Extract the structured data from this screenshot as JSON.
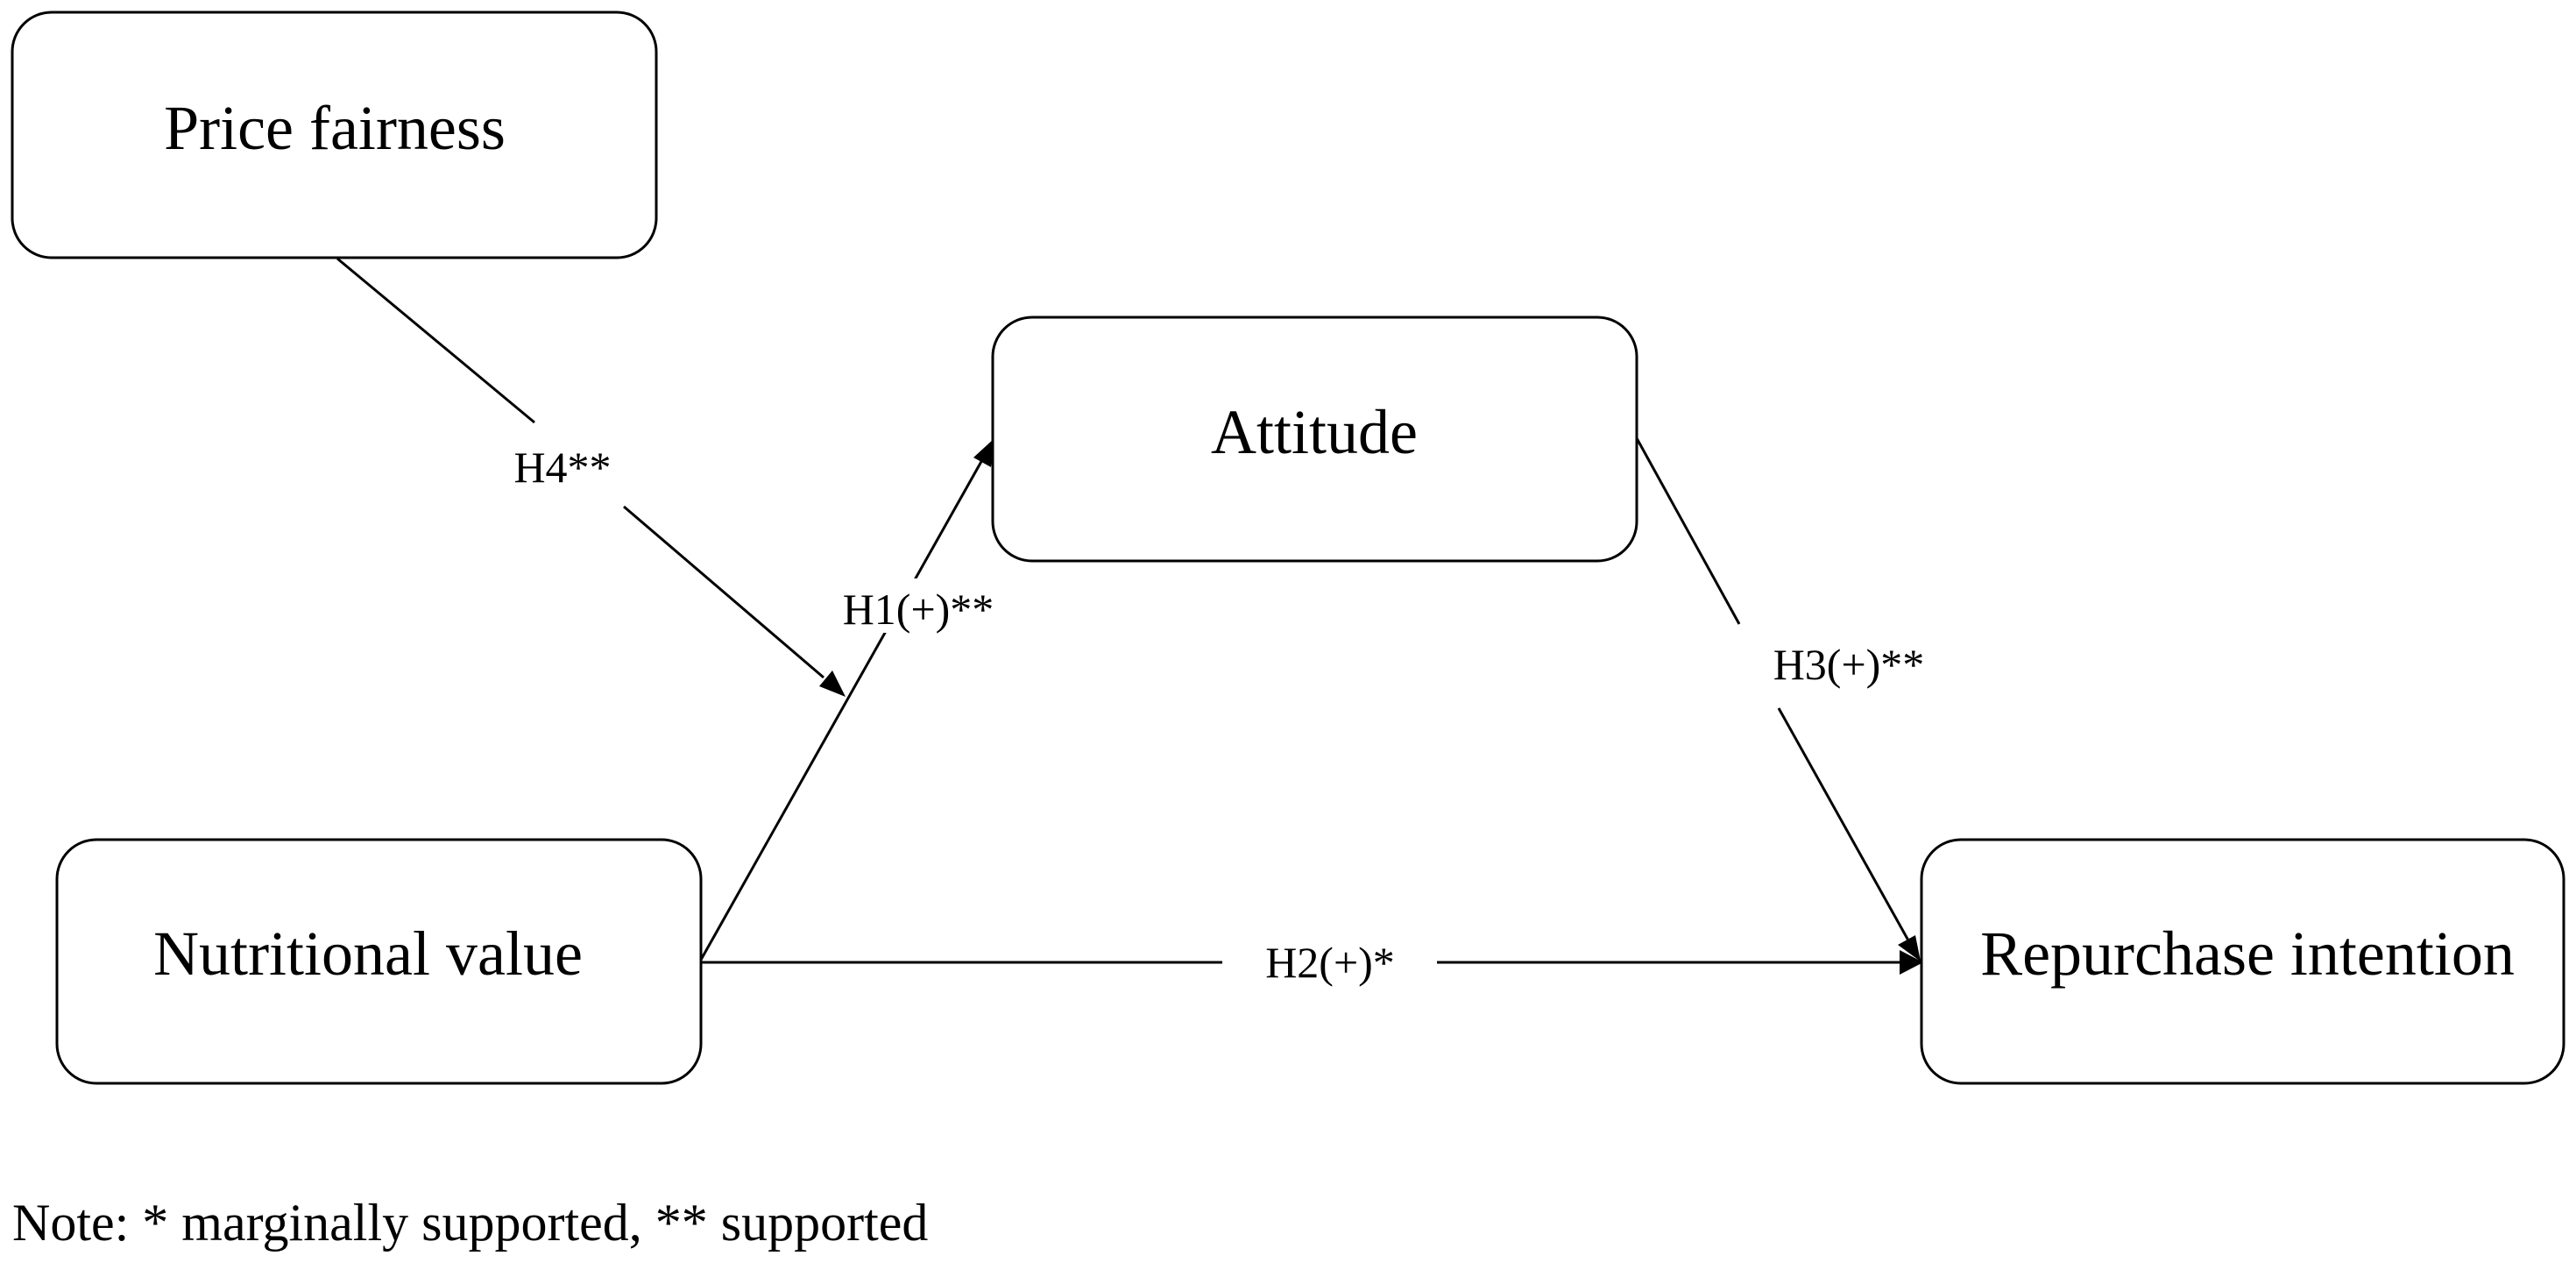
{
  "nodes": {
    "price_fairness": "Price fairness",
    "attitude": "Attitude",
    "nutritional_value": "Nutritional value",
    "repurchase_intention": "Repurchase intention"
  },
  "edges": {
    "h1": "H1(+)**",
    "h2": "H2(+)*",
    "h3": "H3(+)**",
    "h4": "H4**"
  },
  "note": "Note: * marginally supported, ** supported"
}
